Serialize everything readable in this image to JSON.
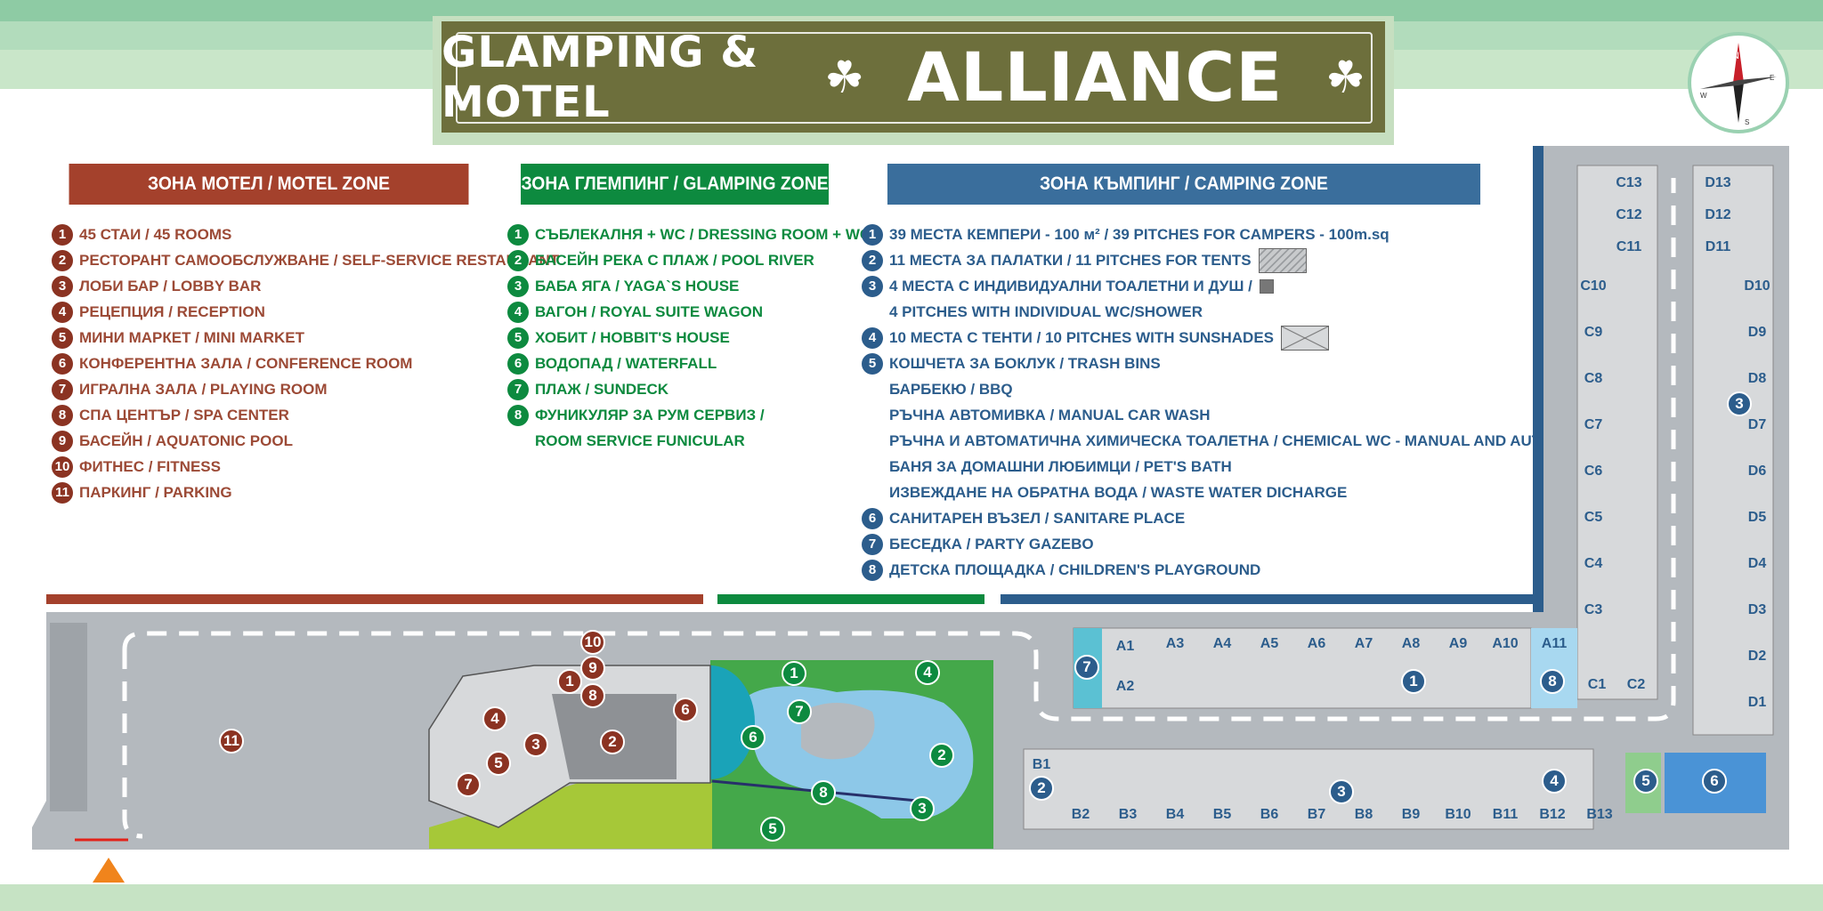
{
  "title": {
    "part1": "GLAMPING & MOTEL",
    "clover": "☘",
    "part2": "ALLIANCE"
  },
  "compass": {
    "n": "N",
    "e": "E",
    "s": "S",
    "w": "W"
  },
  "colors": {
    "motel": "#8b3322",
    "glamping": "#0d8a3f",
    "camping": "#2c5d8c",
    "title_bg": "#6d6f3c",
    "header_stripe": "#8ecba4"
  },
  "zones": {
    "motel": {
      "title": "ЗОНА МОТЕЛ / MOTEL ZONE",
      "items": [
        {
          "n": "1",
          "text": "45 СТАИ / 45 ROOMS"
        },
        {
          "n": "2",
          "text": "РЕСТОРАНТ САМООБСЛУЖВАНЕ / SELF-SERVICE RESTAURANT"
        },
        {
          "n": "3",
          "text": "ЛОБИ БАР / LOBBY BAR"
        },
        {
          "n": "4",
          "text": "РЕЦЕПЦИЯ / RECEPTION"
        },
        {
          "n": "5",
          "text": "МИНИ МАРКЕТ / MINI MARKET"
        },
        {
          "n": "6",
          "text": "КОНФЕРЕНТНА ЗАЛА / CONFERENCE ROOM"
        },
        {
          "n": "7",
          "text": "ИГРАЛНА ЗАЛА / PLAYING ROOM"
        },
        {
          "n": "8",
          "text": "СПА ЦЕНТЪР / SPA CENTER"
        },
        {
          "n": "9",
          "text": "БАСЕЙН / AQUATONIC POOL"
        },
        {
          "n": "10",
          "text": "ФИТНЕС / FITNESS"
        },
        {
          "n": "11",
          "text": "ПАРКИНГ / PARKING"
        }
      ]
    },
    "glamping": {
      "title": "ЗОНА ГЛЕМПИНГ / GLAMPING ZONE",
      "items": [
        {
          "n": "1",
          "text": "СЪБЛЕКАЛНЯ + WC / DRESSING ROOM + WC"
        },
        {
          "n": "2",
          "text": "БАСЕЙН РЕКА С ПЛАЖ / POOL RIVER"
        },
        {
          "n": "3",
          "text": "БАБА ЯГА / YAGA`S HOUSE"
        },
        {
          "n": "4",
          "text": "ВАГОН / ROYAL SUITE WAGON"
        },
        {
          "n": "5",
          "text": "ХОБИТ / HOBBIT'S HOUSE"
        },
        {
          "n": "6",
          "text": "ВОДОПАД / WATERFALL"
        },
        {
          "n": "7",
          "text": "ПЛАЖ / SUNDECK"
        },
        {
          "n": "8",
          "text": "ФУНИКУЛЯР ЗА РУМ СЕРВИЗ /"
        },
        {
          "n": "",
          "text": "ROOM SERVICE FUNICULAR"
        }
      ]
    },
    "camping": {
      "title": "ЗОНА КЪМПИНГ / CAMPING ZONE",
      "items": [
        {
          "n": "1",
          "text": "39 МЕСТА КЕМПЕРИ - 100 м² / 39 PITCHES FOR CAMPERS - 100m.sq"
        },
        {
          "n": "2",
          "text": "11 МЕСТА ЗА ПАЛАТКИ / 11 PITCHES FOR TENTS",
          "swatch": "tent"
        },
        {
          "n": "3",
          "text": "4 МЕСТА С ИНДИВИДУАЛНИ ТОАЛЕТНИ И ДУШ /",
          "swatch": "wc"
        },
        {
          "n": "",
          "text": "4 PITCHES WITH INDIVIDUAL WC/SHOWER"
        },
        {
          "n": "4",
          "text": "10 МЕСТА С ТЕНТИ / 10 PITCHES WITH SUNSHADES",
          "swatch": "shade"
        },
        {
          "n": "5",
          "text": "КОШЧЕТА ЗА БОКЛУК / TRASH BINS"
        },
        {
          "n": "",
          "text": "БАРБЕКЮ / BBQ"
        },
        {
          "n": "",
          "text": "РЪЧНА АВТОМИВКА / MANUAL CAR WASH"
        },
        {
          "n": "",
          "text": "РЪЧНА И АВТОМАТИЧНА ХИМИЧЕСКА ТОАЛЕТНА / CHEMICAL WC - MANUAL AND AUTOMATIC"
        },
        {
          "n": "",
          "text": "БАНЯ ЗА ДОМАШНИ ЛЮБИМЦИ / PET'S BATH"
        },
        {
          "n": "",
          "text": "ИЗВЕЖДАНЕ НА ОБРАТНА ВОДА / WASTE WATER DICHARGE"
        },
        {
          "n": "6",
          "text": "САНИТАРЕН ВЪЗЕЛ / SANITARE PLACE"
        },
        {
          "n": "7",
          "text": "БЕСЕДКА / PARTY GAZEBO"
        },
        {
          "n": "8",
          "text": "ДЕТСКА ПЛОЩАДКА / CHILDREN'S PLAYGROUND"
        }
      ]
    }
  },
  "map": {
    "row_a": [
      "A1",
      "A2",
      "A3",
      "A4",
      "A5",
      "A6",
      "A7",
      "A8",
      "A9",
      "A10",
      "A11"
    ],
    "row_b": [
      "B1",
      "B2",
      "B3",
      "B4",
      "B5",
      "B6",
      "B7",
      "B8",
      "B9",
      "B10",
      "B11",
      "B12",
      "B13"
    ],
    "col_c": [
      "C13",
      "C12",
      "C11",
      "C10",
      "C9",
      "C8",
      "C7",
      "C6",
      "C5",
      "C4",
      "C3",
      "C2",
      "C1"
    ],
    "col_d": [
      "D13",
      "D12",
      "D11",
      "D10",
      "D9",
      "D8",
      "D7",
      "D6",
      "D5",
      "D4",
      "D3",
      "D2",
      "D1"
    ],
    "markers_motel": [
      "10",
      "9",
      "1",
      "8",
      "6",
      "4",
      "3",
      "2",
      "5",
      "7",
      "11"
    ],
    "markers_glamping": [
      "1",
      "4",
      "7",
      "6",
      "2",
      "8",
      "3",
      "5"
    ],
    "markers_camping": [
      "7",
      "1",
      "8",
      "2",
      "3",
      "4",
      "5",
      "6",
      "3"
    ]
  }
}
